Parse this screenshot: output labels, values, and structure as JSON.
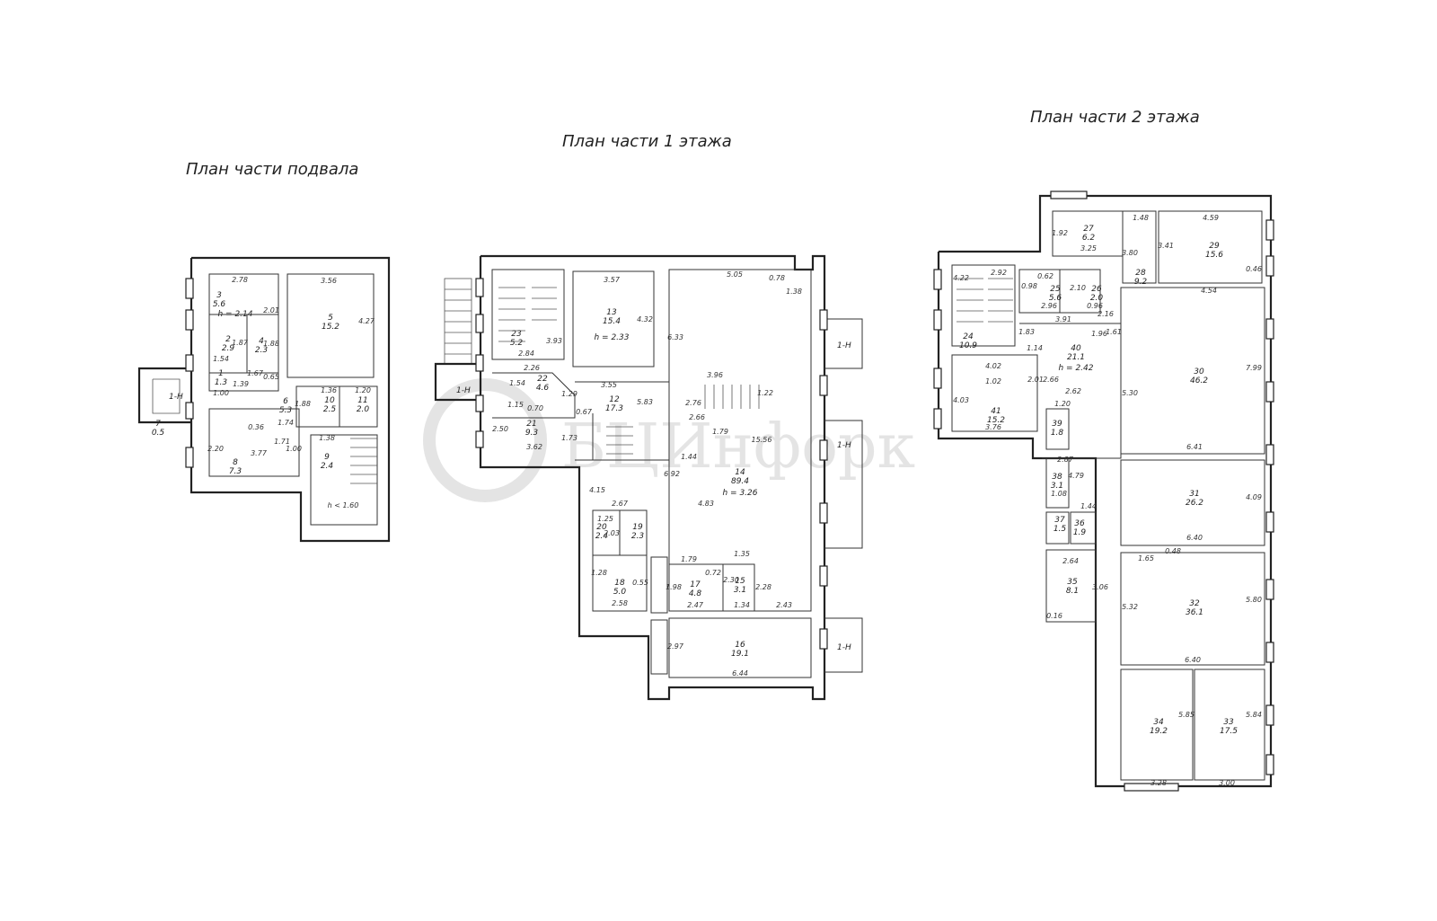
{
  "titles": {
    "basement": "План части подвала",
    "floor1": "План части 1 этажа",
    "floor2": "План части 2 этажа"
  },
  "watermark": "БЦИнфорк",
  "exit_label": "1-Н",
  "basement": {
    "rooms": [
      {
        "num": "3",
        "area": "5.6",
        "h": "h = 2.14"
      },
      {
        "num": "5",
        "area": "15.2"
      },
      {
        "num": "2",
        "area": "2.9"
      },
      {
        "num": "4",
        "area": "2.3"
      },
      {
        "num": "1",
        "area": "1.3"
      },
      {
        "num": "6",
        "area": "5.3"
      },
      {
        "num": "10",
        "area": "2.5"
      },
      {
        "num": "11",
        "area": "2.0"
      },
      {
        "num": "7",
        "area": "0.5"
      },
      {
        "num": "8",
        "area": "7.3"
      },
      {
        "num": "9",
        "area": "2.4"
      }
    ],
    "dims": [
      "2.78",
      "2.01",
      "3.56",
      "4.27",
      "1.87",
      "1.88",
      "1.54",
      "1.67",
      "1.39",
      "0.65",
      "1.00",
      "1.36",
      "1.20",
      "1.88",
      "1.74",
      "0.36",
      "1.71",
      "1.38",
      "2.20",
      "3.77",
      "1.00",
      "h < 1.60"
    ]
  },
  "floor1": {
    "rooms": [
      {
        "num": "23",
        "area": "5.2"
      },
      {
        "num": "13",
        "area": "15.4",
        "h": "h = 2.33"
      },
      {
        "num": "22",
        "area": "4.6"
      },
      {
        "num": "12",
        "area": "17.3"
      },
      {
        "num": "21",
        "area": "9.3"
      },
      {
        "num": "14",
        "area": "89.4",
        "h": "h = 3.26"
      },
      {
        "num": "20",
        "area": "2.4"
      },
      {
        "num": "19",
        "area": "2.3"
      },
      {
        "num": "18",
        "area": "5.0"
      },
      {
        "num": "17",
        "area": "4.8"
      },
      {
        "num": "15",
        "area": "3.1"
      },
      {
        "num": "16",
        "area": "19.1"
      }
    ],
    "dims": [
      "3.57",
      "4.32",
      "5.05",
      "0.78",
      "1.38",
      "6.33",
      "2.84",
      "3.93",
      "2.26",
      "1.54",
      "0.70",
      "1.29",
      "3.55",
      "1.15",
      "2.50",
      "3.62",
      "0.67",
      "1.73",
      "5.83",
      "3.96",
      "1.22",
      "2.76",
      "2.66",
      "1.79",
      "1.44",
      "15.56",
      "6.92",
      "4.83",
      "4.15",
      "2.67",
      "1.25",
      "2.03",
      "1.28",
      "0.55",
      "2.58",
      "1.79",
      "0.72",
      "1.35",
      "1.98",
      "2.30",
      "2.28",
      "2.47",
      "1.34",
      "2.43",
      "2.97",
      "6.44"
    ]
  },
  "floor2": {
    "rooms": [
      {
        "num": "27",
        "area": "6.2"
      },
      {
        "num": "29",
        "area": "15.6"
      },
      {
        "num": "28",
        "area": "9.2"
      },
      {
        "num": "25",
        "area": "5.6"
      },
      {
        "num": "26",
        "area": "2.0"
      },
      {
        "num": "24",
        "area": "10.9"
      },
      {
        "num": "40",
        "area": "21.1",
        "h": "h = 2.42"
      },
      {
        "num": "41",
        "area": "15.2"
      },
      {
        "num": "30",
        "area": "46.2"
      },
      {
        "num": "39",
        "area": "1.8"
      },
      {
        "num": "38",
        "area": "3.1"
      },
      {
        "num": "31",
        "area": "26.2"
      },
      {
        "num": "37",
        "area": "1.5"
      },
      {
        "num": "36",
        "area": "1.9"
      },
      {
        "num": "35",
        "area": "8.1"
      },
      {
        "num": "32",
        "area": "36.1"
      },
      {
        "num": "34",
        "area": "19.2"
      },
      {
        "num": "33",
        "area": "17.5"
      }
    ],
    "dims": [
      "1.92",
      "3.25",
      "1.48",
      "3.80",
      "4.59",
      "3.41",
      "0.46",
      "4.54",
      "4.22",
      "2.92",
      "0.98",
      "0.62",
      "2.10",
      "2.96",
      "0.96",
      "3.91",
      "1.83",
      "1.14",
      "2.16",
      "1.96",
      "1.61",
      "4.02",
      "1.02",
      "4.03",
      "3.76",
      "2.01",
      "2.66",
      "2.62",
      "5.30",
      "7.99",
      "1.20",
      "6.41",
      "2.87",
      "4.79",
      "1.08",
      "1.44",
      "4.09",
      "6.40",
      "2.64",
      "1.65",
      "0.48",
      "3.06",
      "0.16",
      "5.32",
      "5.80",
      "6.40",
      "5.85",
      "5.84",
      "3.28",
      "3.00"
    ]
  }
}
